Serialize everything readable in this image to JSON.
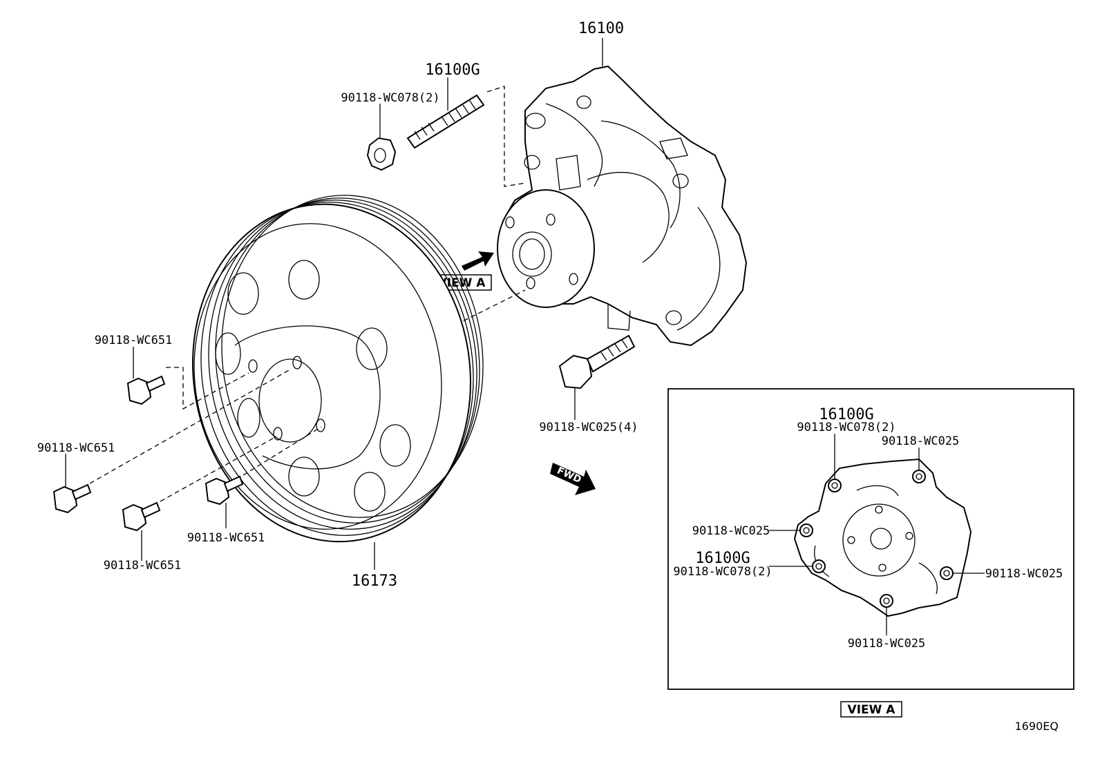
{
  "labels": {
    "pump_assy": "16100",
    "gasket_top": "16100G",
    "stud_top": "90118-WC078(2)",
    "bolt_pump": "90118-WC025(4)",
    "pulley": "16173",
    "bolt_pulley_1": "90118-WC651",
    "bolt_pulley_2": "90118-WC651",
    "bolt_pulley_3": "90118-WC651",
    "bolt_pulley_4": "90118-WC651",
    "view_a_main": "VIEW A",
    "fwd": "FWD",
    "diagram_code": "1690EQ"
  },
  "inset": {
    "gasket_1": "16100G",
    "stud_1": "90118-WC078(2)",
    "bolt_tr": "90118-WC025",
    "bolt_l": "90118-WC025",
    "gasket_2": "16100G",
    "stud_2": "90118-WC078(2)",
    "bolt_r": "90118-WC025",
    "bolt_b": "90118-WC025",
    "view_label": "VIEW A"
  }
}
